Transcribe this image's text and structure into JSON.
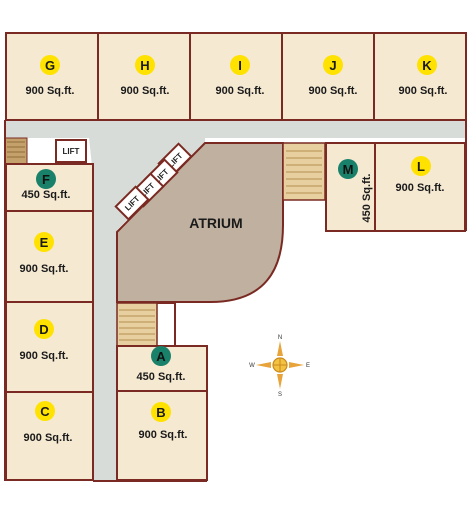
{
  "colors": {
    "unit_fill": "#f5e9d2",
    "wall": "#7a2a22",
    "corridor": "#d8dcd8",
    "atrium": "#bfb0a0",
    "badge_yellow": "#ffe200",
    "badge_green": "#19816a",
    "stair": "#e7cfa0"
  },
  "units": [
    {
      "id": "G",
      "letter": "G",
      "area": "900 Sq.ft.",
      "badge": "yellow"
    },
    {
      "id": "H",
      "letter": "H",
      "area": "900 Sq.ft.",
      "badge": "yellow"
    },
    {
      "id": "I",
      "letter": "I",
      "area": "900 Sq.ft.",
      "badge": "yellow"
    },
    {
      "id": "J",
      "letter": "J",
      "area": "900 Sq.ft.",
      "badge": "yellow"
    },
    {
      "id": "K",
      "letter": "K",
      "area": "900 Sq.ft.",
      "badge": "yellow"
    },
    {
      "id": "F",
      "letter": "F",
      "area": "450 Sq.ft.",
      "badge": "green"
    },
    {
      "id": "E",
      "letter": "E",
      "area": "900 Sq.ft.",
      "badge": "yellow"
    },
    {
      "id": "D",
      "letter": "D",
      "area": "900 Sq.ft.",
      "badge": "yellow"
    },
    {
      "id": "C",
      "letter": "C",
      "area": "900 Sq.ft.",
      "badge": "yellow"
    },
    {
      "id": "A",
      "letter": "A",
      "area": "450 Sq.ft.",
      "badge": "green"
    },
    {
      "id": "B",
      "letter": "B",
      "area": "900 Sq.ft.",
      "badge": "yellow"
    },
    {
      "id": "M",
      "letter": "M",
      "area": "450 Sq.ft.",
      "badge": "green"
    },
    {
      "id": "L",
      "letter": "L",
      "area": "900 Sq.ft.",
      "badge": "yellow"
    }
  ],
  "lifts": [
    "LIFT",
    "LIFT",
    "LIFT",
    "LIFT",
    "LIFT"
  ],
  "atrium": "ATRIUM",
  "compass": {
    "n": "N",
    "s": "S",
    "e": "E",
    "w": "W"
  }
}
